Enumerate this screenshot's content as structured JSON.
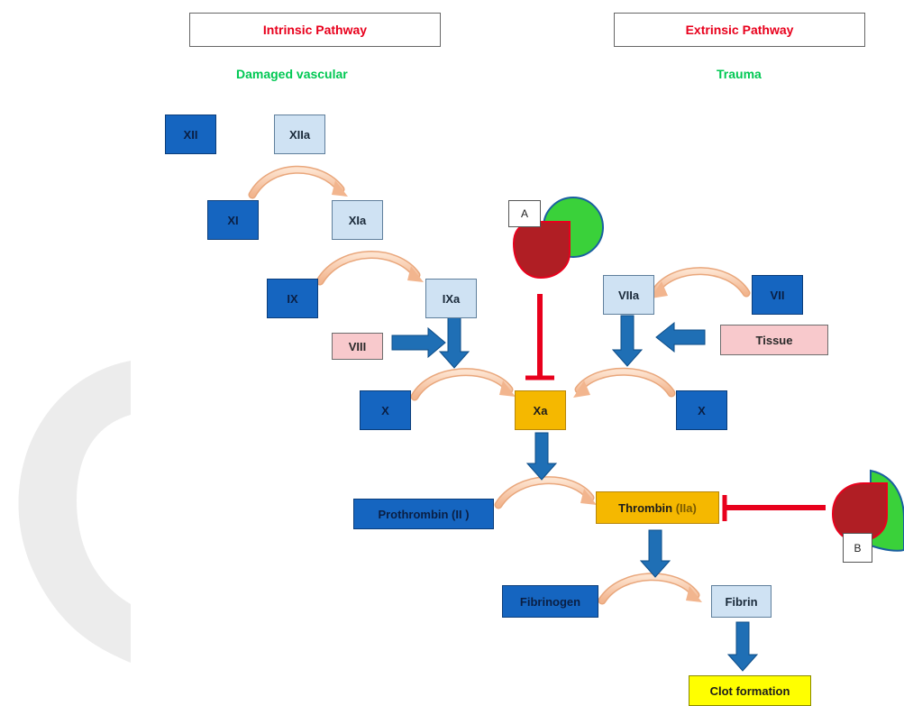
{
  "headers": {
    "intrinsic": "Intrinsic Pathway",
    "extrinsic": "Extrinsic Pathway"
  },
  "subtitles": {
    "intrinsic": "Damaged vascular",
    "extrinsic": "Trauma"
  },
  "factors": {
    "xii": "XII",
    "xiia": "XIIa",
    "xi": "XI",
    "xia": "XIa",
    "ix": "IX",
    "ixa": "IXa",
    "viii": "VIII",
    "x_left": "X",
    "xa": "Xa",
    "x_right": "X",
    "viia": "VIIa",
    "vii": "VII",
    "tissue": "Tissue",
    "prothrombin": "Prothrombin (II )",
    "thrombin_main": "Thrombin",
    "thrombin_sub": "(IIa)",
    "fibrinogen": "Fibrinogen",
    "fibrin": "Fibrin",
    "clot": "Clot formation"
  },
  "inhibitors": {
    "a": "A",
    "b": "B"
  },
  "colors": {
    "dark_factor": "#1565c0",
    "light_factor": "#cfe2f3",
    "pink_factor": "#f8c9cc",
    "gold_factor": "#f5b800",
    "clot": "#ffff00",
    "header_text": "#e8001c",
    "subtitle_text": "#00c853",
    "arrow_blue": "#1f6fb5",
    "curve": "#f6c9a8",
    "inhibition": "#e8001c",
    "inhibitor_red": "#b01e24",
    "inhibitor_green": "#3ad13a"
  }
}
